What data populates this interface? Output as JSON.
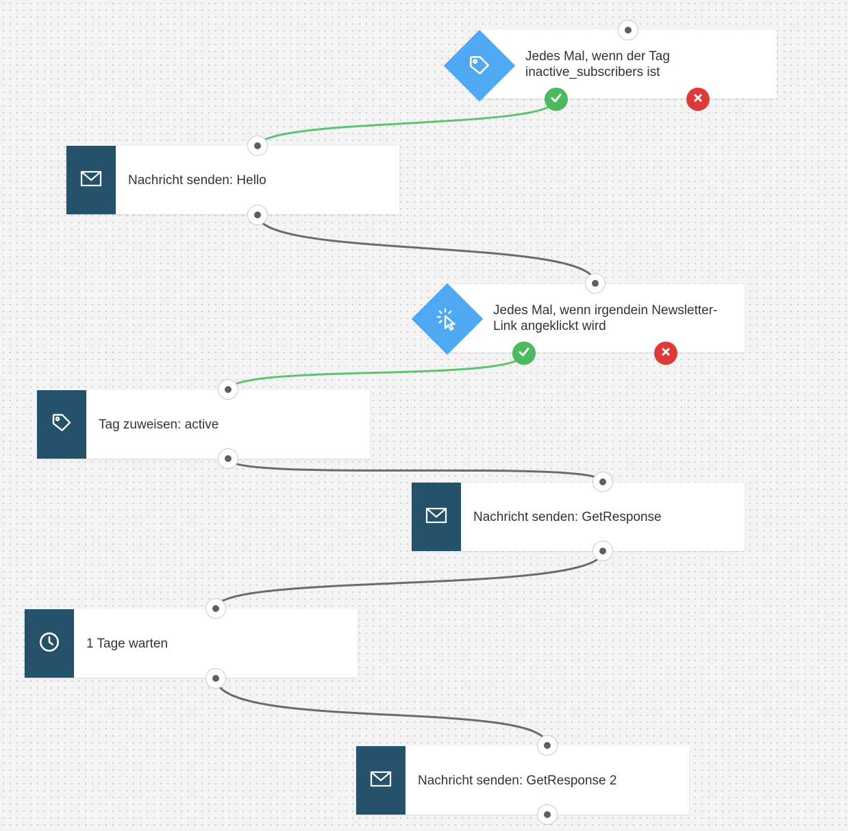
{
  "colors": {
    "node_icon_bg": "#25516b",
    "condition_diamond": "#4ea9f2",
    "yes_connector": "#5cc46e",
    "default_connector": "#6b6b6b",
    "yes_badge": "#4cb85f",
    "no_badge": "#df3a3a"
  },
  "workflow": {
    "conditions": [
      {
        "id": "tag-condition",
        "icon": "tag-icon",
        "label": "Jedes Mal, wenn der Tag inactive_subscribers ist"
      },
      {
        "id": "link-click-condition",
        "icon": "cursor-click-icon",
        "label": "Jedes Mal, wenn irgendein Newsletter-Link angeklickt wird"
      }
    ],
    "actions": [
      {
        "id": "send-message-hello",
        "icon": "envelope-icon",
        "label": "Nachricht senden: Hello"
      },
      {
        "id": "assign-tag-active",
        "icon": "tag-icon",
        "label": "Tag zuweisen: active"
      },
      {
        "id": "send-message-getresponse",
        "icon": "envelope-icon",
        "label": "Nachricht senden: GetResponse"
      },
      {
        "id": "wait-1-day",
        "icon": "clock-icon",
        "label": "1 Tage warten"
      },
      {
        "id": "send-message-getresponse-2",
        "icon": "envelope-icon",
        "label": "Nachricht senden: GetResponse 2"
      }
    ]
  }
}
